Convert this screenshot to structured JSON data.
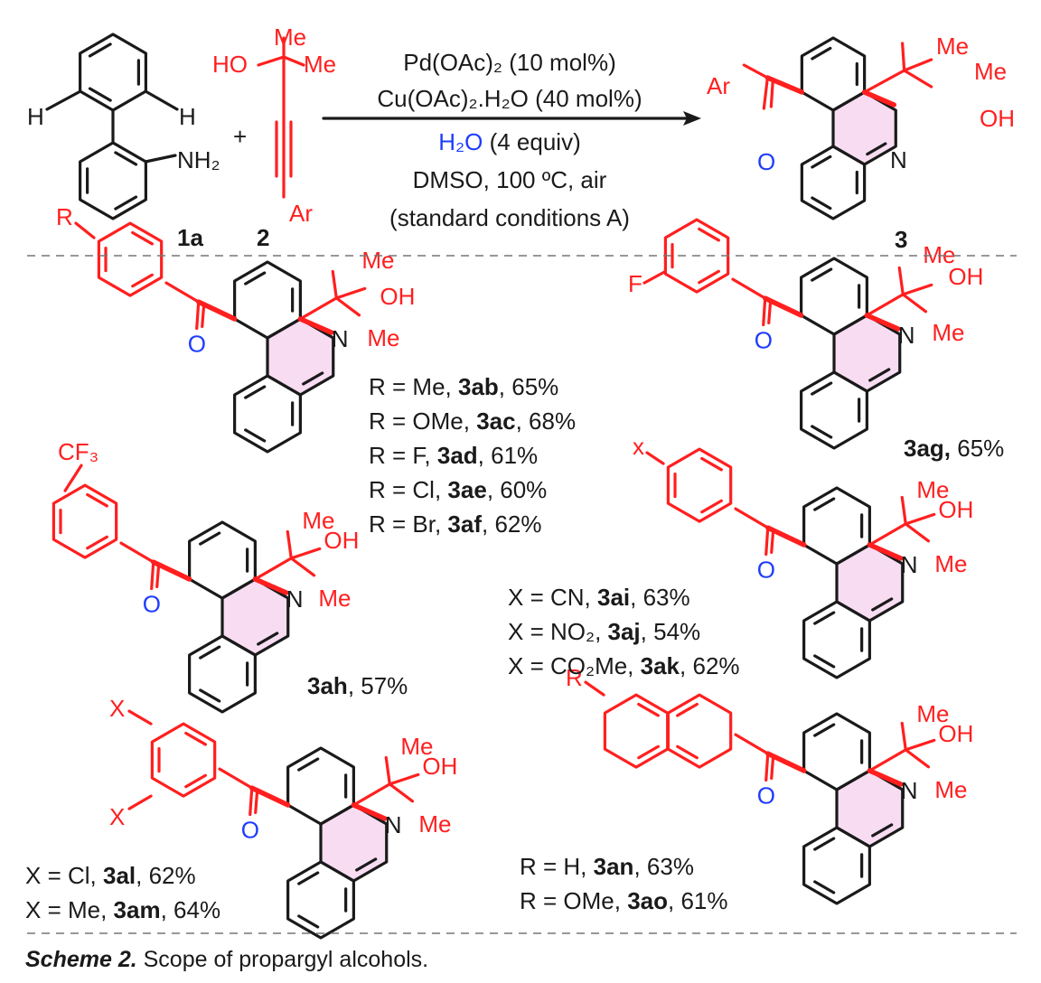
{
  "conditions": {
    "line1": "Pd(OAc)₂ (10 mol%)",
    "line2": "Cu(OAc)₂.H₂O (40 mol%)",
    "line3_blue": "H₂O",
    "line3_rest": " (4 equiv)",
    "line4": "DMSO, 100 ºC, air",
    "line5": "(standard conditions A)"
  },
  "reactants": {
    "biphenyl_label": "1a",
    "alkyne_label": "2",
    "plus": "+",
    "h_left": "H",
    "h_right": "H",
    "nh2": "NH₂",
    "ho": "HO",
    "me_top": "Me",
    "me_right": "Me",
    "ar": "Ar"
  },
  "product": {
    "label": "3",
    "ar": "Ar",
    "o": "O",
    "n": "N",
    "me1": "Me",
    "me2": "Me",
    "oh": "OH"
  },
  "atoms": {
    "n": "N",
    "o": "O",
    "me": "Me",
    "oh": "OH",
    "r": "R",
    "f": "F",
    "x": "x",
    "X": "X",
    "cf3": "CF₃"
  },
  "results": {
    "r_list": [
      {
        "pre": "R = Me, ",
        "id": "3ab",
        "post": ", 65%"
      },
      {
        "pre": "R = OMe, ",
        "id": "3ac",
        "post": ", 68%"
      },
      {
        "pre": "R = F, ",
        "id": "3ad",
        "post": ", 61%"
      },
      {
        "pre": "R = Cl, ",
        "id": "3ae",
        "post": ", 60%"
      },
      {
        "pre": "R = Br, ",
        "id": "3af",
        "post": ", 62%"
      }
    ],
    "ag": {
      "id": "3ag,",
      "post": " 65%"
    },
    "ah": {
      "id": "3ah",
      "post": ", 57%"
    },
    "x_list": [
      {
        "pre": "X = CN, ",
        "id": "3ai",
        "post": ", 63%"
      },
      {
        "pre": "X = NO₂, ",
        "id": "3aj",
        "post": ", 54%"
      },
      {
        "pre": "X = CO₂Me, ",
        "id": "3ak",
        "post": ", 62%"
      }
    ],
    "xx_list": [
      {
        "pre": "X = Cl, ",
        "id": "3al",
        "post": ", 62%"
      },
      {
        "pre": "X = Me, ",
        "id": "3am",
        "post": ", 64%"
      }
    ],
    "naph_list": [
      {
        "pre": "R = H, ",
        "id": "3an",
        "post": ", 63%"
      },
      {
        "pre": "R = OMe, ",
        "id": "3ao",
        "post": ", 61%"
      }
    ]
  },
  "caption": {
    "bold": "Scheme 2.",
    "rest": " Scope of propargyl alcohols."
  },
  "colors": {
    "red": "#ff1f1f",
    "blue": "#1f3cff",
    "pink": "#f7dcf2",
    "black": "#1a1a1a"
  }
}
